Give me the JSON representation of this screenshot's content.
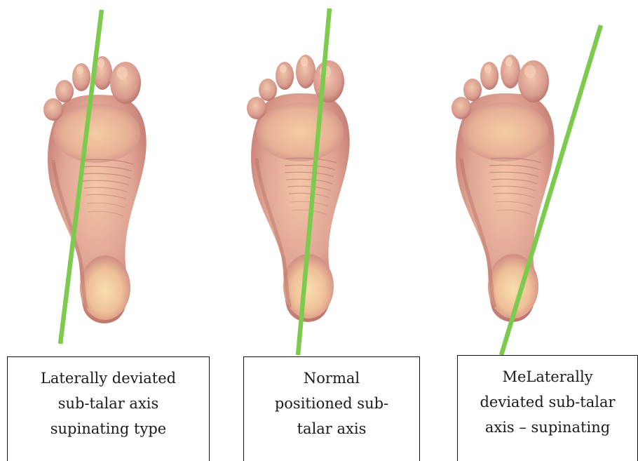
{
  "colors": {
    "axis_line": "#7ccb4e",
    "skin_base": "#d99a90",
    "skin_pad": "#f0c39a",
    "skin_heel": "#f6d8a6",
    "skin_shadow": "#b9766c"
  },
  "panels": [
    {
      "caption_lines": [
        "Laterally deviated",
        "sub-talar axis",
        "supinating type"
      ]
    },
    {
      "caption_lines": [
        "Normal",
        "positioned sub-",
        "talar axis"
      ]
    },
    {
      "caption_lines": [
        "MeLaterally",
        "deviated sub-talar",
        "axis – supinating"
      ]
    }
  ]
}
